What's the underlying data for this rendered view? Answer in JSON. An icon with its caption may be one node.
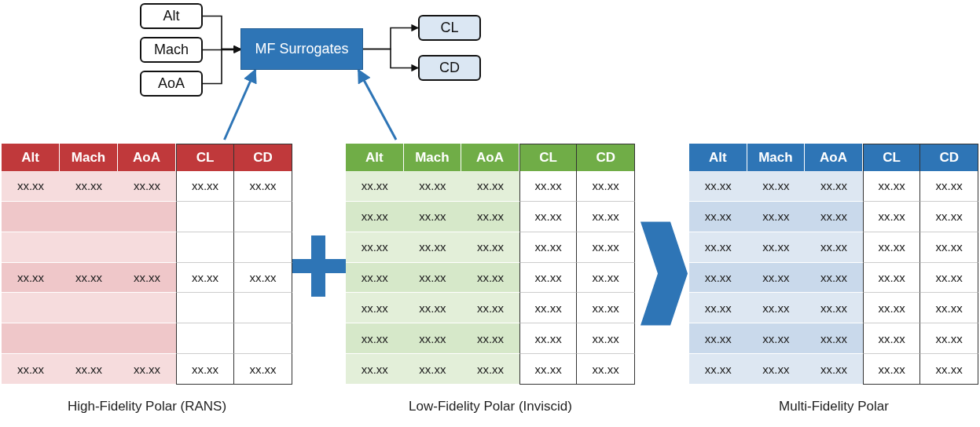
{
  "diagram": {
    "nodes": [
      {
        "text": [
          "Alt"
        ]
      },
      {
        "text": [
          "Mach"
        ]
      },
      {
        "text": [
          "AoA"
        ]
      },
      {
        "text": [
          "MF Surrogates"
        ]
      },
      {
        "text": [
          "CL"
        ]
      },
      {
        "text": [
          "CD"
        ]
      },
      {
        "text": [
          "High-Fidelity Polar (RANS)"
        ]
      },
      {
        "text": [
          "Low-Fidelity Polar (Inviscid)"
        ]
      },
      {
        "text": [
          "Multi-Fidelity Polar"
        ]
      }
    ],
    "edges": [
      {
        "from": 0,
        "to": 3,
        "arrow": "to"
      },
      {
        "from": 1,
        "to": 3,
        "arrow": "to"
      },
      {
        "from": 2,
        "to": 3,
        "arrow": "to"
      },
      {
        "from": 3,
        "to": 4,
        "arrow": "to"
      },
      {
        "from": 3,
        "to": 5,
        "arrow": "to"
      },
      {
        "from": 6,
        "to": 3,
        "arrow": "to",
        "color": "#2e75b6"
      },
      {
        "from": 7,
        "to": 3,
        "arrow": "to",
        "color": "#2e75b6"
      },
      {
        "from": 7,
        "to": 8,
        "arrow": "to",
        "style": "thick",
        "color": "#2e75b6"
      }
    ],
    "labels": [
      "Alt",
      "Mach",
      "AoA",
      "CL",
      "CD",
      "xx.xx",
      "xx.xx",
      "xx.xx",
      "xx.xx",
      "xx.xx",
      "xx.xx",
      "xx.xx",
      "xx.xx",
      "xx.xx",
      "xx.xx",
      "xx.xx",
      "xx.xx",
      "xx.xx",
      "xx.xx",
      "xx.xx",
      "Alt",
      "Mach",
      "AoA",
      "CL",
      "CD",
      "xx.xx",
      "xx.xx",
      "xx.xx",
      "xx.xx",
      "xx.xx",
      "xx.xx",
      "xx.xx",
      "xx.xx",
      "xx.xx",
      "xx.xx",
      "xx.xx",
      "xx.xx",
      "xx.xx",
      "xx.xx",
      "xx.xx",
      "xx.xx",
      "xx.xx",
      "xx.xx",
      "xx.xx",
      "xx.xx",
      "xx.xx",
      "xx.xx",
      "xx.xx",
      "xx.xx",
      "xx.xx",
      "xx.xx",
      "xx.xx",
      "xx.xx",
      "xx.xx",
      "xx.xx",
      "xx.xx",
      "xx.xx",
      "xx.xx",
      "xx.xx",
      "xx.xx",
      "Alt",
      "Mach",
      "AoA",
      "CL",
      "CD",
      "xx.xx",
      "xx.xx",
      "xx.xx",
      "xx.xx",
      "xx.xx",
      "xx.xx",
      "xx.xx",
      "xx.xx",
      "xx.xx",
      "xx.xx",
      "xx.xx",
      "xx.xx",
      "xx.xx",
      "xx.xx",
      "xx.xx",
      "xx.xx",
      "xx.xx",
      "xx.xx",
      "xx.xx",
      "xx.xx",
      "xx.xx",
      "xx.xx",
      "xx.xx",
      "xx.xx",
      "xx.xx",
      "xx.xx",
      "xx.xx",
      "xx.xx",
      "xx.xx",
      "xx.xx",
      "xx.xx",
      "xx.xx",
      "xx.xx",
      "xx.xx",
      "xx.xx"
    ]
  }
}
